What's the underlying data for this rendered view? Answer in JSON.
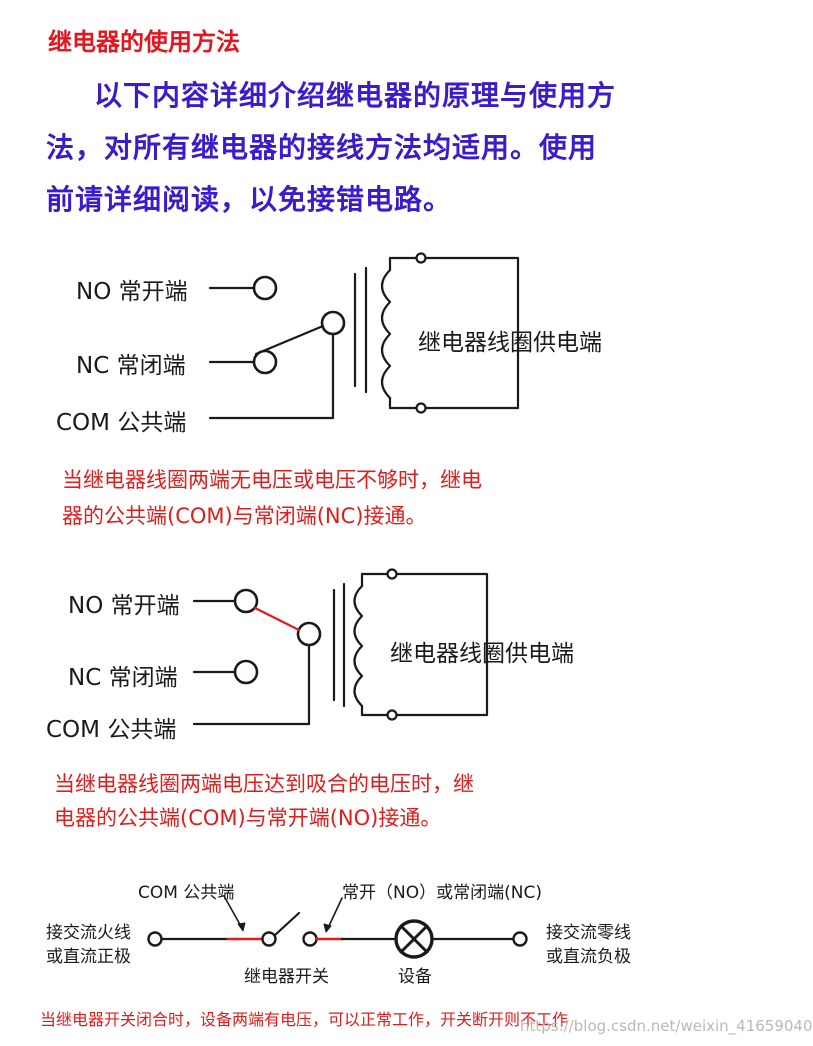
{
  "title": "继电器的使用方法",
  "intro": {
    "line1": "以下内容详细介绍继电器的原理与使用方",
    "line2": "法，对所有继电器的接线方法均适用。使用",
    "line3": "前请详细阅读，以免接错电路。"
  },
  "diagram1": {
    "no_label": "NO 常开端",
    "nc_label": "NC 常闭端",
    "com_label": "COM 公共端",
    "coil_label": "继电器线圈供电端",
    "note_line1": "当继电器线圈两端无电压或电压不够时，继电",
    "note_line2": "器的公共端(COM)与常闭端(NC)接通。"
  },
  "diagram2": {
    "no_label": "NO 常开端",
    "nc_label": "NC 常闭端",
    "com_label": "COM 公共端",
    "coil_label": "继电器线圈供电端",
    "note_line1": "当继电器线圈两端电压达到吸合的电压时，继",
    "note_line2": "电器的公共端(COM)与常开端(NO)接通。"
  },
  "circuit": {
    "com_label": "COM 公共端",
    "no_nc_label": "常开（NO）或常闭端(NC)",
    "left_line1": "接交流火线",
    "left_line2": "或直流正极",
    "right_line1": "接交流零线",
    "right_line2": "或直流负极",
    "switch_label": "继电器开关",
    "device_label": "设备",
    "note": "当继电器开关闭合时，设备两端有电压，可以正常工作，开关断开则不工作"
  },
  "watermark": "https://blog.csdn.net/weixin_41659040",
  "colors": {
    "title_red": "#e6141c",
    "intro_blue": "#3a1ccc",
    "note_red": "#e21b1b",
    "wire": "#1a1a1a",
    "highlight_red": "#e21b1b"
  }
}
